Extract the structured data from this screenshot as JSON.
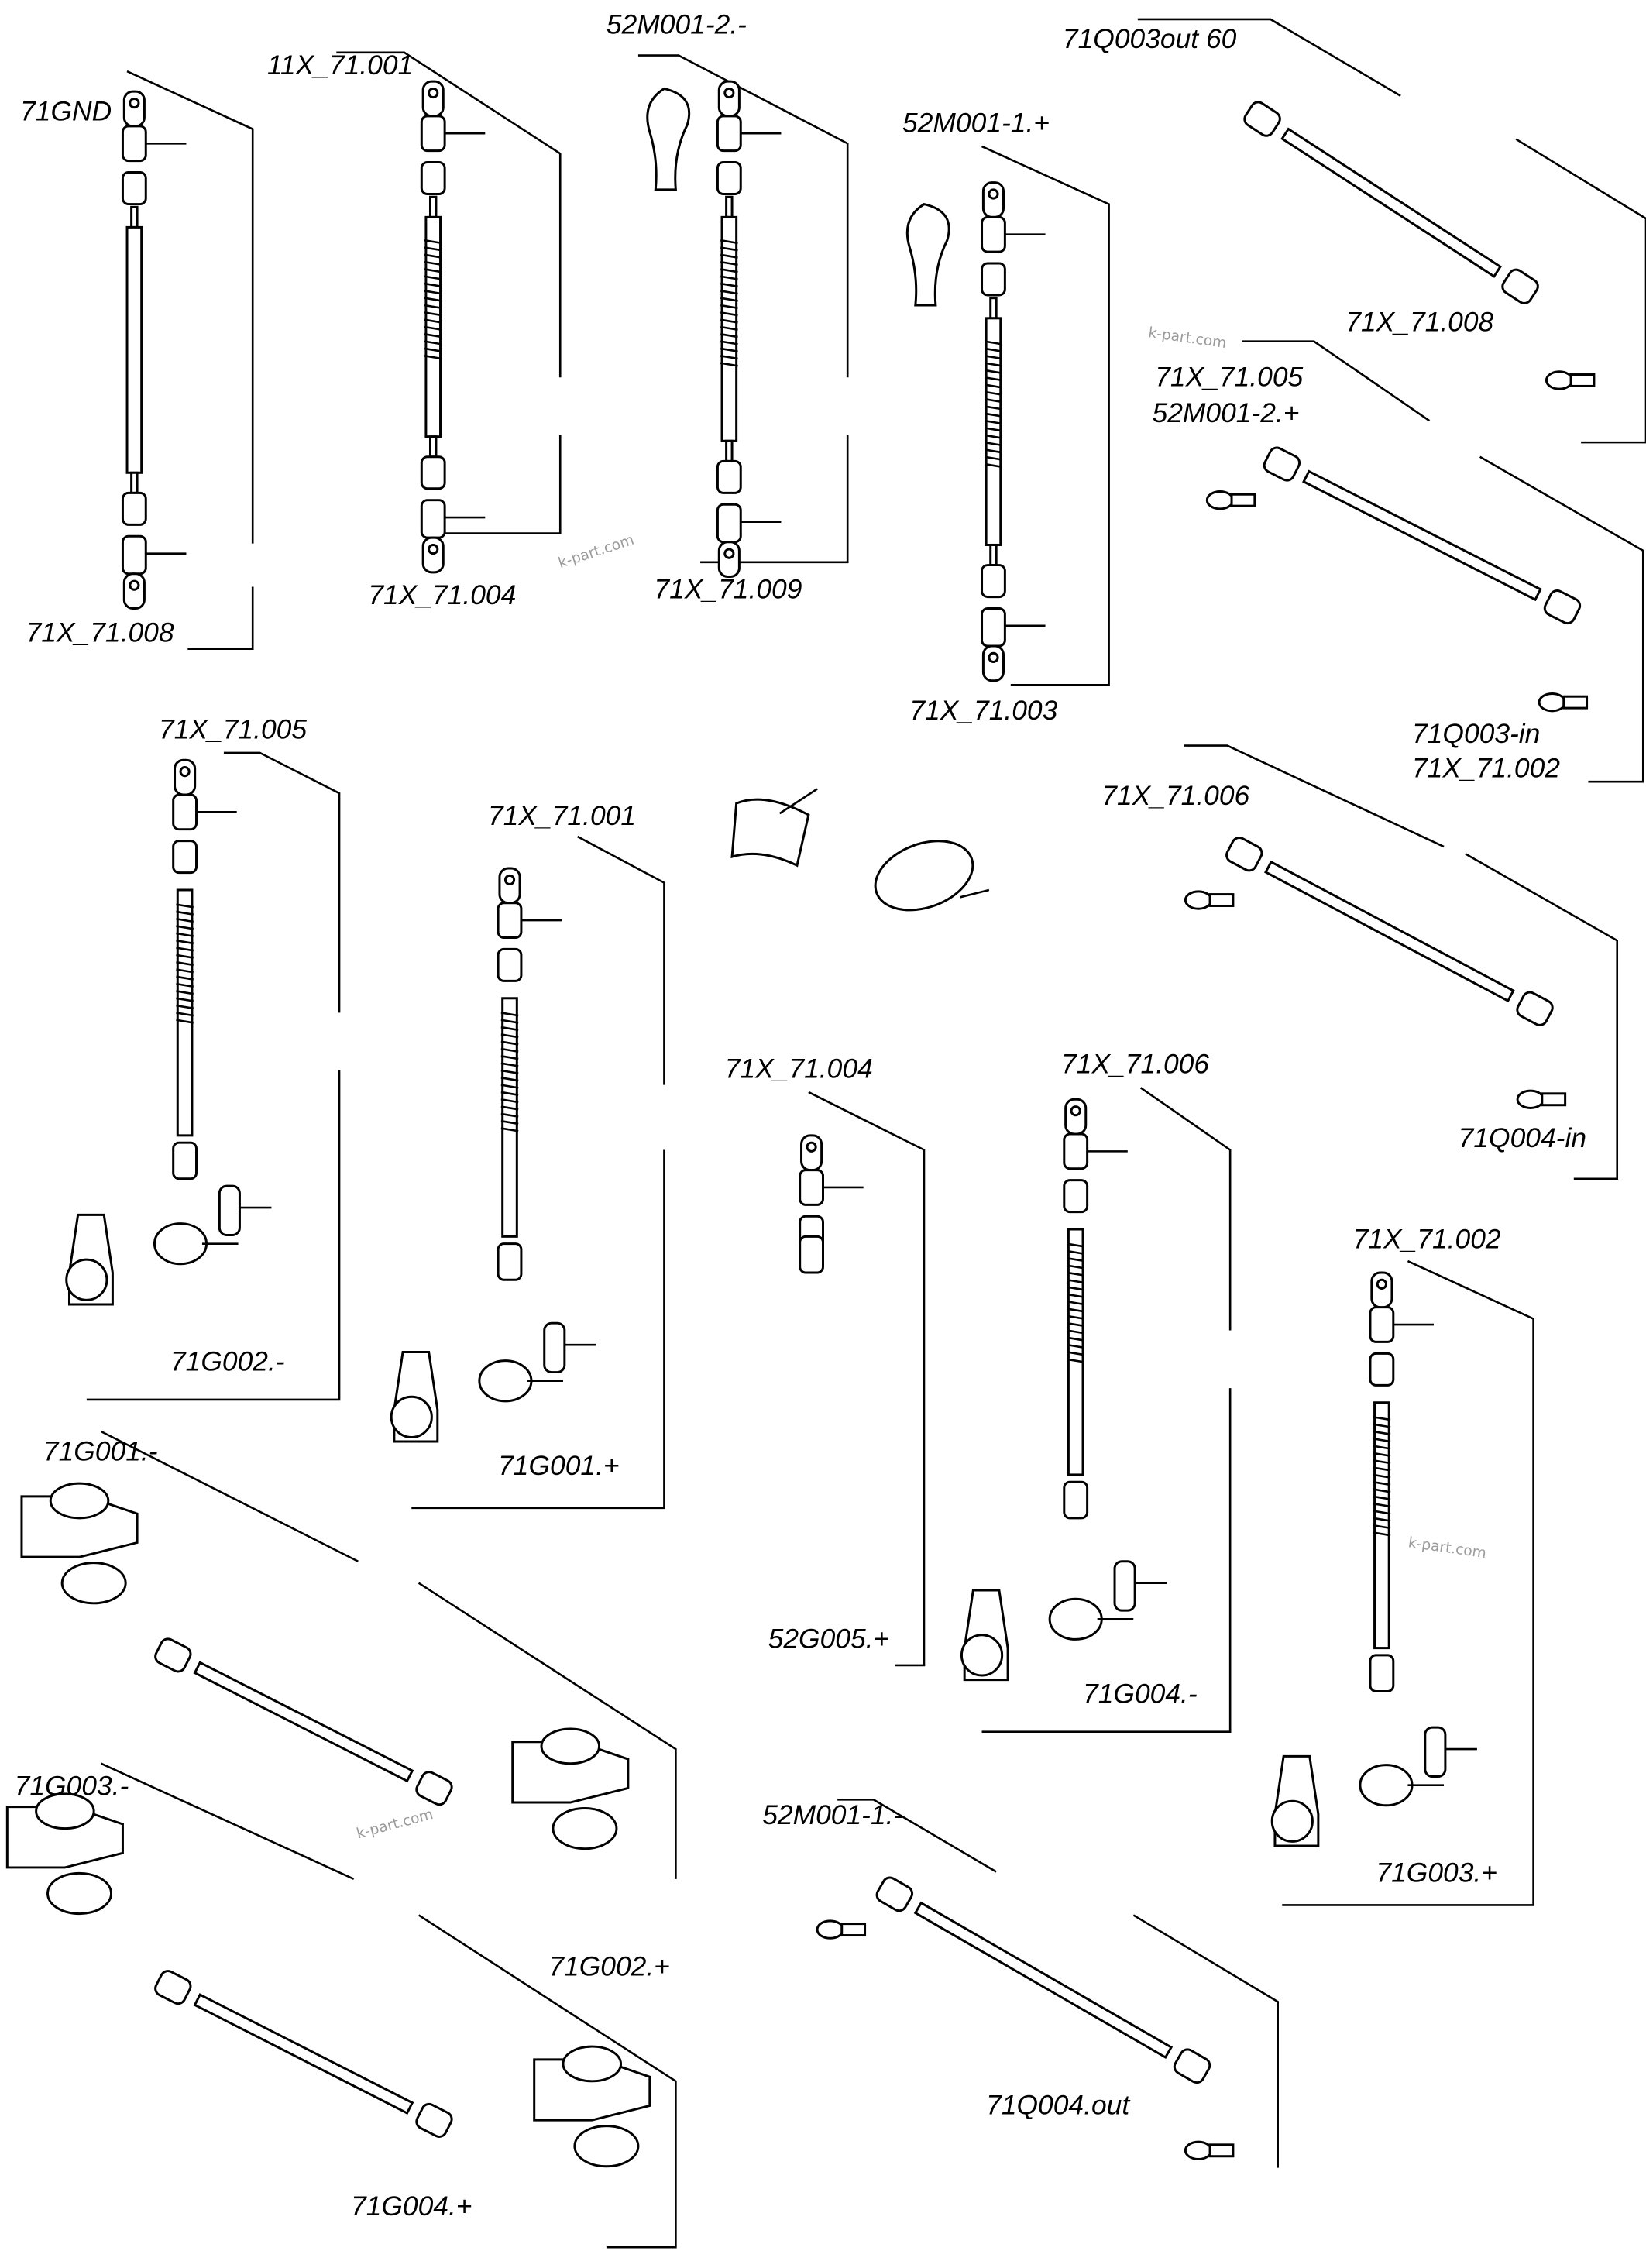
{
  "diagram": {
    "labels": [
      {
        "id": "l1",
        "text": "71GND"
      },
      {
        "id": "l2",
        "text": "11X_71.001"
      },
      {
        "id": "l3",
        "text": "52M001-2.-"
      },
      {
        "id": "l4",
        "text": "71Q003out 60"
      },
      {
        "id": "l5",
        "text": "52M001-1.+"
      },
      {
        "id": "l6",
        "text": "71X_71.008"
      },
      {
        "id": "l7",
        "text": "71X_71.004"
      },
      {
        "id": "l8",
        "text": "71X_71.009"
      },
      {
        "id": "l9",
        "text": "71X_71.003"
      },
      {
        "id": "l10",
        "text": "71X_71.008"
      },
      {
        "id": "l11",
        "text": "71X_71.005"
      },
      {
        "id": "l12",
        "text": "52M001-2.+"
      },
      {
        "id": "l13",
        "text": "71Q003-in"
      },
      {
        "id": "l14",
        "text": "71X_71.002"
      },
      {
        "id": "l15",
        "text": "71X_71.005"
      },
      {
        "id": "l16",
        "text": "71X_71.001"
      },
      {
        "id": "l17",
        "text": "71X_71.006"
      },
      {
        "id": "l18",
        "text": "71X_71.004"
      },
      {
        "id": "l19",
        "text": "71X_71.006"
      },
      {
        "id": "l20",
        "text": "71Q004-in"
      },
      {
        "id": "l21",
        "text": "71X_71.002"
      },
      {
        "id": "l22",
        "text": "71G002.-"
      },
      {
        "id": "l23",
        "text": "71G001.+"
      },
      {
        "id": "l24",
        "text": "71G001.-"
      },
      {
        "id": "l25",
        "text": "52G005.+"
      },
      {
        "id": "l26",
        "text": "71G004.-"
      },
      {
        "id": "l27",
        "text": "71G003.+"
      },
      {
        "id": "l28",
        "text": "71G003.-"
      },
      {
        "id": "l29",
        "text": "71G002.+"
      },
      {
        "id": "l30",
        "text": "52M001-1.-"
      },
      {
        "id": "l31",
        "text": "71Q004.out"
      },
      {
        "id": "l32",
        "text": "71G004.+"
      }
    ],
    "watermark": "k-part.com"
  }
}
